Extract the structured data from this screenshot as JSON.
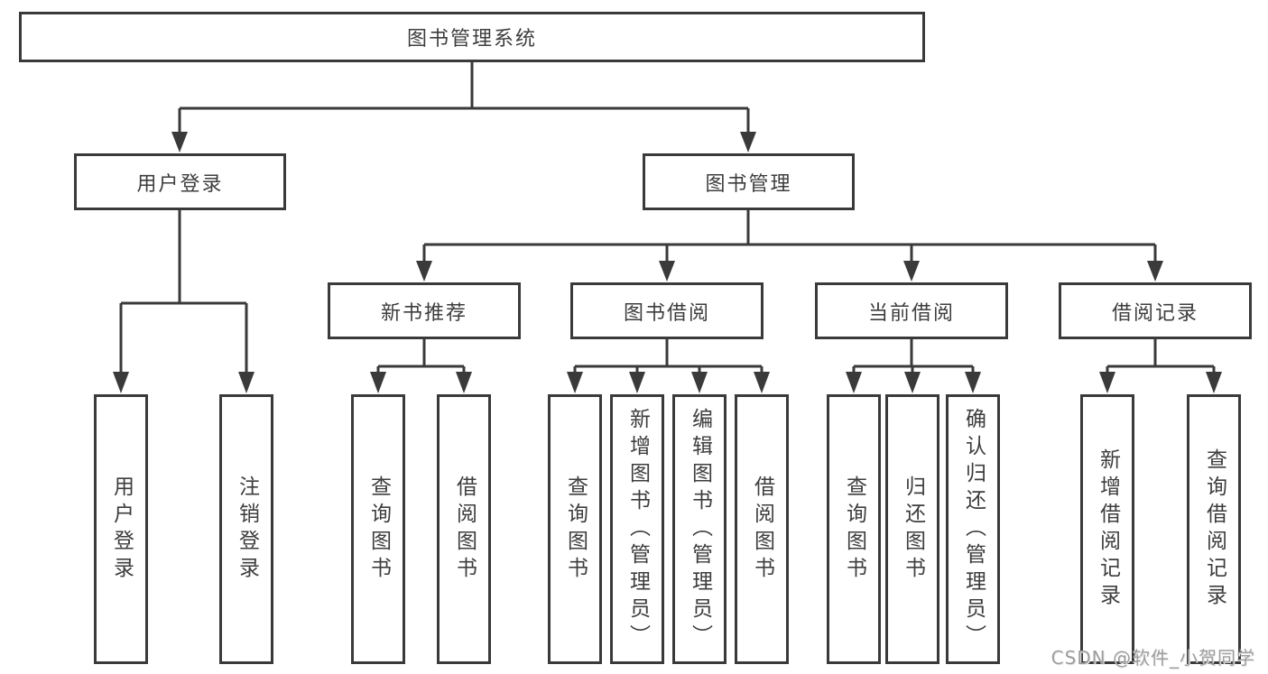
{
  "diagram_type": "hierarchy-tree",
  "tree": {
    "label": "图书管理系统",
    "children": [
      {
        "label": "用户登录",
        "children": [
          {
            "label": "用户登录"
          },
          {
            "label": "注销登录"
          }
        ]
      },
      {
        "label": "图书管理",
        "children": [
          {
            "label": "新书推荐",
            "children": [
              {
                "label": "查询图书"
              },
              {
                "label": "借阅图书"
              }
            ]
          },
          {
            "label": "图书借阅",
            "children": [
              {
                "label": "查询图书"
              },
              {
                "label": "新增图书（管理员）"
              },
              {
                "label": "编辑图书（管理员）"
              },
              {
                "label": "借阅图书"
              }
            ]
          },
          {
            "label": "当前借阅",
            "children": [
              {
                "label": "查询图书"
              },
              {
                "label": "归还图书"
              },
              {
                "label": "确认归还（管理员）"
              }
            ]
          },
          {
            "label": "借阅记录",
            "children": [
              {
                "label": "新增借阅记录"
              },
              {
                "label": "查询借阅记录"
              }
            ]
          }
        ]
      }
    ]
  },
  "watermark": "CSDN @软件_小贺同学",
  "colors": {
    "line": "#3a3a3a",
    "text": "#3d3d3d",
    "background": "#ffffff",
    "watermark": "#9e9e9e"
  }
}
